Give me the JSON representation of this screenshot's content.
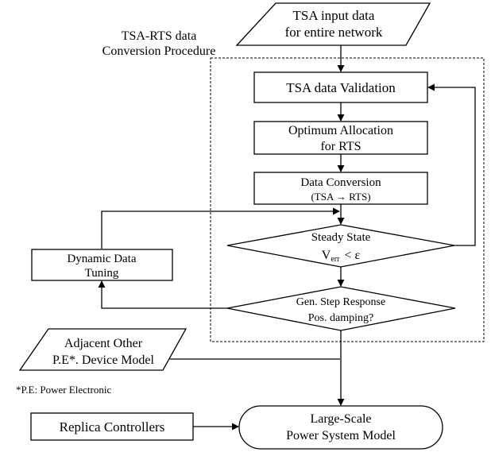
{
  "colors": {
    "stroke": "#000000",
    "background": "#ffffff"
  },
  "diagram": {
    "group_label": {
      "line1": "TSA-RTS data",
      "line2": "Conversion Procedure"
    },
    "input": {
      "line1": "TSA input data",
      "line2": "for entire network"
    },
    "validation": {
      "label": "TSA data Validation"
    },
    "allocation": {
      "line1": "Optimum Allocation",
      "line2": "for RTS"
    },
    "conversion": {
      "line1": "Data Conversion",
      "line2": "(TSA → RTS)"
    },
    "steady_state": {
      "line1": "Steady State",
      "var": "V",
      "var_sub": "err",
      "relation": "< ε"
    },
    "step_response": {
      "line1": "Gen. Step Response",
      "line2": "Pos. damping?"
    },
    "tuning": {
      "line1": "Dynamic  Data",
      "line2": "Tuning"
    },
    "adjacent": {
      "line1": "Adjacent Other",
      "line2": "P.E*. Device Model"
    },
    "footnote": "*P.E: Power Electronic",
    "replica": {
      "label": "Replica Controllers"
    },
    "output": {
      "line1": "Large-Scale",
      "line2": "Power System Model"
    }
  }
}
